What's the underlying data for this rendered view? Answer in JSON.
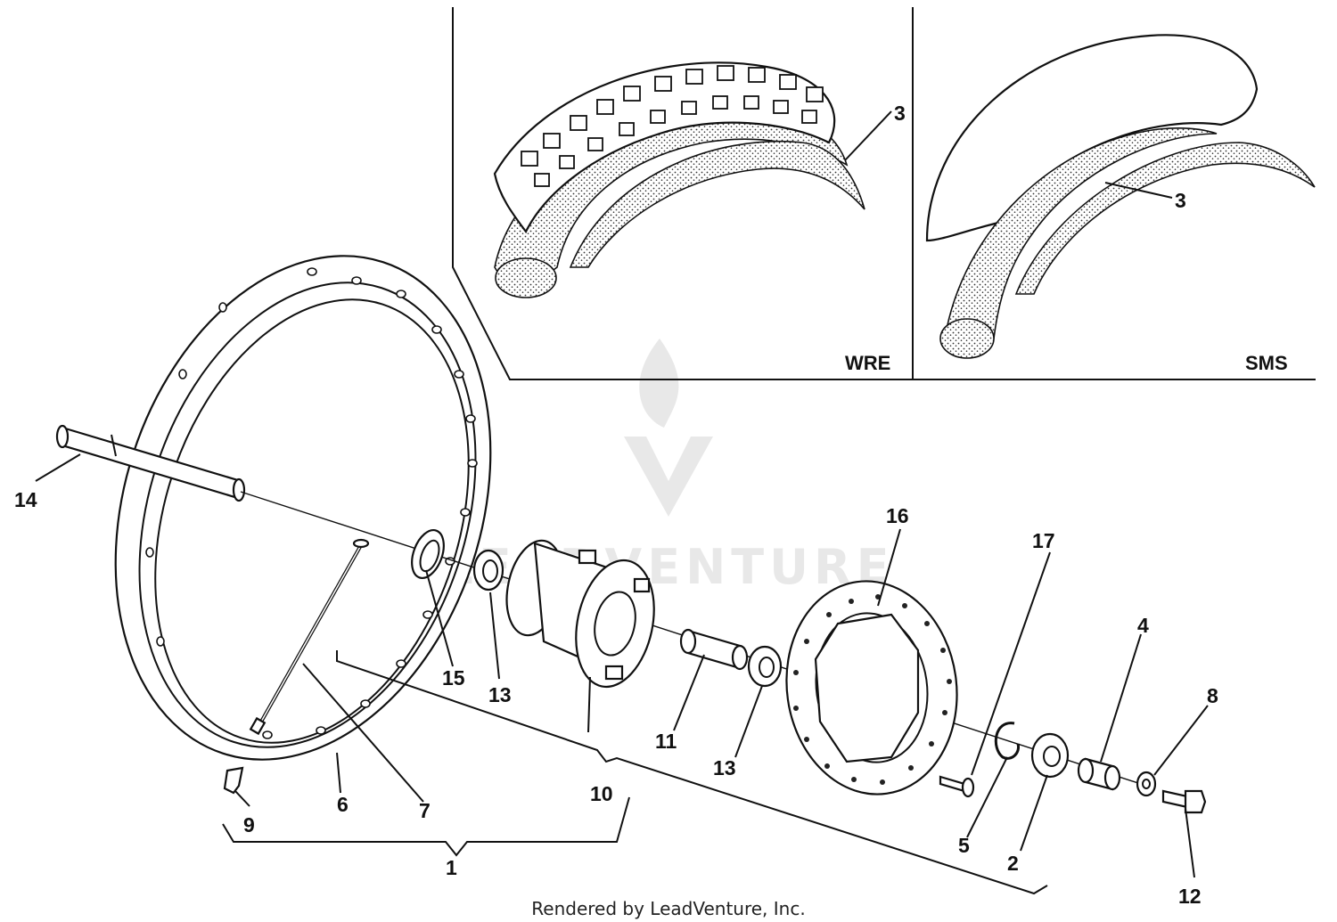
{
  "labels": {
    "p1": "1",
    "p2": "2",
    "p3a": "3",
    "p3b": "3",
    "p4": "4",
    "p5": "5",
    "p6": "6",
    "p7": "7",
    "p8": "8",
    "p9": "9",
    "p10": "10",
    "p11": "11",
    "p12": "12",
    "p13a": "13",
    "p13b": "13",
    "p14": "14",
    "p15": "15",
    "p16": "16",
    "p17": "17"
  },
  "insets": {
    "left": "WRE",
    "right": "SMS"
  },
  "watermark": "LEADVENTURE",
  "credit": "Rendered by LeadVenture, Inc."
}
